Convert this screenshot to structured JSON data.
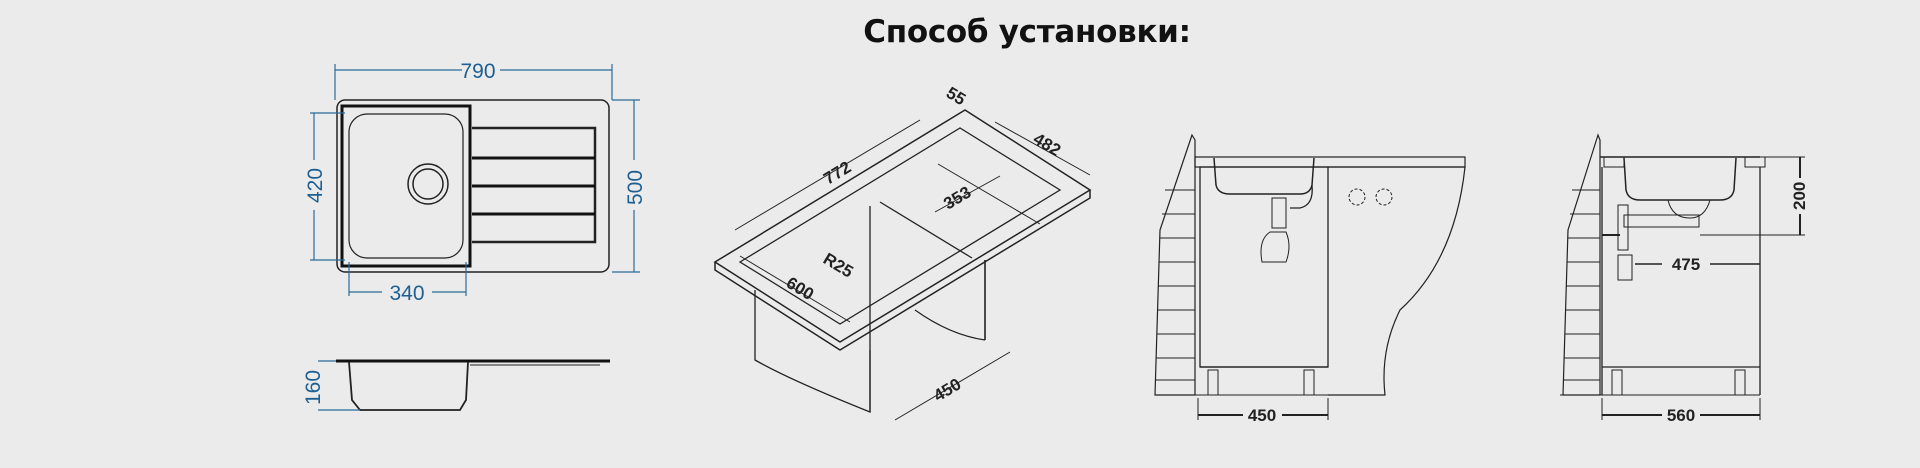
{
  "title": "Способ установки:",
  "colors": {
    "background": "#ebebeb",
    "dimension_blue": "#1d5f92",
    "line_black": "#222222"
  },
  "top_view": {
    "overall_width": "790",
    "overall_depth": "500",
    "bowl_depth": "420",
    "bowl_width": "340"
  },
  "side_view": {
    "bowl_height": "160"
  },
  "isometric_view": {
    "cutout_length": "772",
    "edge_offset": "55",
    "cutout_depth": "482",
    "bowl_cutout": "353",
    "corner_radius": "R25",
    "countertop_depth": "600",
    "cabinet_width": "450"
  },
  "front_install_view": {
    "cabinet_width": "450"
  },
  "side_install_view": {
    "depth_from_top": "200",
    "siphon_offset": "475",
    "cabinet_depth": "560"
  }
}
